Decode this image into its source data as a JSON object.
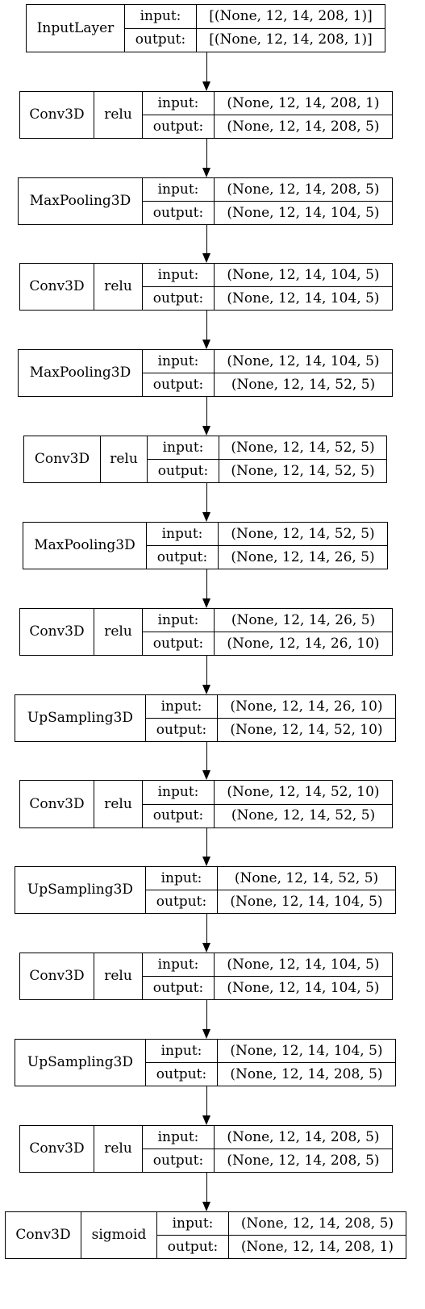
{
  "layers": [
    {
      "name": "InputLayer",
      "activation": "",
      "input_label": "input:",
      "output_label": "output:",
      "input": "[(None, 12, 14, 208, 1)]",
      "output": "[(None, 12, 14, 208, 1)]"
    },
    {
      "name": "Conv3D",
      "activation": "relu",
      "input_label": "input:",
      "output_label": "output:",
      "input": "(None, 12, 14, 208, 1)",
      "output": "(None, 12, 14, 208, 5)"
    },
    {
      "name": "MaxPooling3D",
      "activation": "",
      "input_label": "input:",
      "output_label": "output:",
      "input": "(None, 12, 14, 208, 5)",
      "output": "(None, 12, 14, 104, 5)"
    },
    {
      "name": "Conv3D",
      "activation": "relu",
      "input_label": "input:",
      "output_label": "output:",
      "input": "(None, 12, 14, 104, 5)",
      "output": "(None, 12, 14, 104, 5)"
    },
    {
      "name": "MaxPooling3D",
      "activation": "",
      "input_label": "input:",
      "output_label": "output:",
      "input": "(None, 12, 14, 104, 5)",
      "output": "(None, 12, 14, 52, 5)"
    },
    {
      "name": "Conv3D",
      "activation": "relu",
      "input_label": "input:",
      "output_label": "output:",
      "input": "(None, 12, 14, 52, 5)",
      "output": "(None, 12, 14, 52, 5)"
    },
    {
      "name": "MaxPooling3D",
      "activation": "",
      "input_label": "input:",
      "output_label": "output:",
      "input": "(None, 12, 14, 52, 5)",
      "output": "(None, 12, 14, 26, 5)"
    },
    {
      "name": "Conv3D",
      "activation": "relu",
      "input_label": "input:",
      "output_label": "output:",
      "input": "(None, 12, 14, 26, 5)",
      "output": "(None, 12, 14, 26, 10)"
    },
    {
      "name": "UpSampling3D",
      "activation": "",
      "input_label": "input:",
      "output_label": "output:",
      "input": "(None, 12, 14, 26, 10)",
      "output": "(None, 12, 14, 52, 10)"
    },
    {
      "name": "Conv3D",
      "activation": "relu",
      "input_label": "input:",
      "output_label": "output:",
      "input": "(None, 12, 14, 52, 10)",
      "output": "(None, 12, 14, 52, 5)"
    },
    {
      "name": "UpSampling3D",
      "activation": "",
      "input_label": "input:",
      "output_label": "output:",
      "input": "(None, 12, 14, 52, 5)",
      "output": "(None, 12, 14, 104, 5)"
    },
    {
      "name": "Conv3D",
      "activation": "relu",
      "input_label": "input:",
      "output_label": "output:",
      "input": "(None, 12, 14, 104, 5)",
      "output": "(None, 12, 14, 104, 5)"
    },
    {
      "name": "UpSampling3D",
      "activation": "",
      "input_label": "input:",
      "output_label": "output:",
      "input": "(None, 12, 14, 104, 5)",
      "output": "(None, 12, 14, 208, 5)"
    },
    {
      "name": "Conv3D",
      "activation": "relu",
      "input_label": "input:",
      "output_label": "output:",
      "input": "(None, 12, 14, 208, 5)",
      "output": "(None, 12, 14, 208, 5)"
    },
    {
      "name": "Conv3D",
      "activation": "sigmoid",
      "input_label": "input:",
      "output_label": "output:",
      "input": "(None, 12, 14, 208, 5)",
      "output": "(None, 12, 14, 208, 1)"
    }
  ],
  "colors": {
    "border": "#000000",
    "background": "#ffffff",
    "text": "#000000"
  }
}
